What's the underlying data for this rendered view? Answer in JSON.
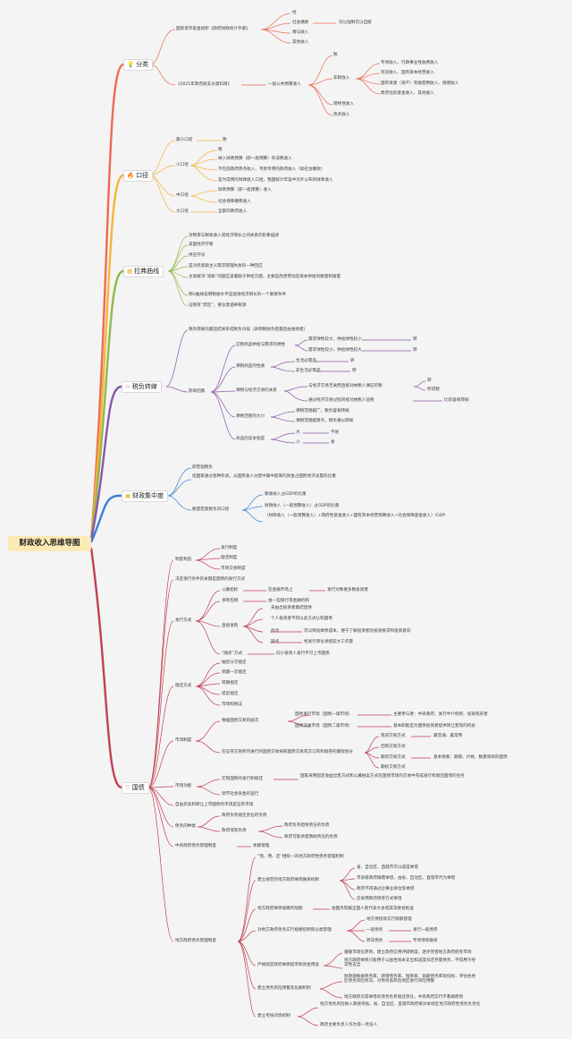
{
  "root": "财政收入思维导图",
  "colors": {
    "cat1": "#ee6a52",
    "cat2": "#f6b43b",
    "cat3": "#93b84a",
    "cat4": "#8a57a8",
    "cat5": "#3a7fd5",
    "cat6": "#c23f53"
  },
  "cat1": {
    "title": "分类",
    "icon": "lightbulb-icon",
    "a": "国际货币基金组织《政府财政统计手册》",
    "a1": "经",
    "a2": "社会缴款",
    "a2n": "可以强制可以自愿",
    "a3": "赠与收入",
    "a4": "其他收入",
    "b": "《2021年政府收支分类科目》",
    "b1": "一般公共预算收入",
    "b1a": "税",
    "b1b": "非税收入",
    "n1": "专项收入、行政事业性收费收入",
    "n2": "罚没收入、国有资本经营收入",
    "n3": "国有资源（资产）有偿使用收入、捐赠收入",
    "n4": "政府住房基金收入、其他收入",
    "b1c": "转移性收入",
    "b1d": "债务收入"
  },
  "cat2": {
    "title": "口径",
    "icon": "fire-icon",
    "a": "最小口径",
    "a1": "税",
    "b": "小口径",
    "b1": "税",
    "b2": "纳入财政预算（即一般预算）的非税收入",
    "b3": "不包括政府债务收入、专款专用的政府收入（如社会缴款）",
    "b4": "是为常用的财政收入口径，我国统计年鉴中对外公布的财政收入",
    "c": "中口径",
    "c1": "财政预算（即一般预算）收入",
    "c2": "社会保障缴费收入",
    "d": "大口径",
    "d1": "全部的政府收入"
  },
  "cat3": {
    "title": "拉弗曲线",
    "icon": "grid-icon",
    "items": [
      "对税率与税收收入或经济增长之间关系的形象描述",
      "美国经济学家",
      "供应学派",
      "是对凯恩斯主义需求管理失败的一种回应",
      "主张解决“滞胀”问题应该着眼于供给方面，主要是改善劳动及资本供给的数量和质量",
      "倒U曲线说明税收水平是促进经济增长的一个重要条件",
      "征税有“禁区”，要注意涵养税源"
    ]
  },
  "cat4": {
    "title": "税负转嫁",
    "icon": "star-icon",
    "a": "税负转嫁的最后结果形成税负归宿（表明税收负担最后由谁承担）",
    "b": "影响因素",
    "b1": "应税商品供给与需求的弹性",
    "e1": "需求弹性较大，供给弹性较小",
    "e1v": "转",
    "e2": "需求弹性较小，供给弹性较大",
    "e2v": "转",
    "b2": "课税商品的性质",
    "f1": "生活必需品",
    "f1v": "转",
    "f2": "非生活必需品",
    "f2v": "转",
    "b3": "课税与经济交易的关系",
    "g1": "与经济交易无关而直接对纳税人课征的税",
    "g1v": "转",
    "g1w": "所得税",
    "g2": "通过经济交易过程间接对纳税人征税",
    "g2v": "比较容易转嫁",
    "b4": "课税范围的大小",
    "h1": "课税范围越广，税负容易转嫁",
    "h2": "课税范围越狭窄，税负难以转嫁",
    "b5": "商品的竞争程度",
    "i1": "大",
    "i1v": "不易",
    "i2": "小",
    "i2v": "易"
  },
  "cat5": {
    "title": "财政集中度",
    "icon": "wallet-icon",
    "a": "即宏观税负",
    "b": "指国家通过各种形式，从国民收入分配中集中起来的资金占国民经济总量的比重",
    "c": "衡量宏观税负的口径",
    "c1": "税收收入占GDP的比重",
    "c2": "财政收入（一般预算收入）占GDP的比重",
    "c3": "（财政收入（一般预算收入）+政府性基金收入+国有资本经营预算收入+社会保障基金收入）/GDP"
  },
  "cat6": {
    "title": "国债",
    "icon": "heart-icon",
    "s1": "制度构造",
    "s1a": "发行制度",
    "s1b": "偿还制度",
    "s1c": "市场交易制度",
    "s2": "决定发行条件的关键是国债的发行方式",
    "s3": "发行方式",
    "p1": "公募招标",
    "p1a": "在金融市场上",
    "p1b": "发行对象要多数投资者",
    "p2": "承购包销",
    "p2a": "由一些银行或金融机构",
    "p3": "直接发售",
    "p3a": "未由出投资者集结团体",
    "p3b": "个人投资者不得以此方式认购国债",
    "p3c": "优点",
    "p3cv": "可以降低举债成本，便于了解投资者的投资要求和投资意向",
    "p3d": "缺点",
    "p3dv": "经发行单位承担较大工作量",
    "p4": "“随买”方式",
    "p4a": "向小投资人发行不可上市国债",
    "s4": "偿还方式",
    "q1": "抽签分次偿还",
    "q2": "到期一次偿还",
    "q3": "转期偿还",
    "q4": "提前偿还",
    "q5": "市场购销法",
    "s5": "市场制度",
    "r1": "根据国债交易的层次",
    "r1a": "国债发行市场（国债一级市场）",
    "r1av": "主要参与者：中央政府、发行中介机构、投资购买者",
    "r1b": "国债流通市场（国债二级市场）",
    "r1bv": "基本职能是为国债投资者提供转让变现的机会",
    "r2": "在证券交易所内进行的国债交易按照国债交易或交订的和偿券的期限划分",
    "r2a": "现货交易方式",
    "r2av": "最普通、最常用",
    "r2b": "回购交易方式",
    "r2c": "期货交易方式",
    "r2cv": "基本要素：期限、价格、数量和标的国债",
    "r2d": "期权交易方式",
    "s6": "市场功能",
    "t1": "实现国债的发行和偿还",
    "t1v": "国家采用固定收益出售方式和公募拍卖方式在国债市场的交易中完成发行和偿还国债的任务",
    "t2": "调节社会资金的运行",
    "s7": "自由买卖和转让上市国债的市场是证券市场",
    "s8": "债务的种类",
    "u1": "政府负有偿还责任的负债",
    "u2": "政府或有负债",
    "u2a": "政府负有担保责任的负债",
    "u2b": "政府可能承担救助责任的负债",
    "s9": "中央政府债务管理制度",
    "s9a": "余额管理",
    "s10": "地方政府债务管理制度",
    "v1": "“借、用、还”相统一的地方政府性债务管理机制",
    "v2": "建立规范的地方政府举债融资机制",
    "v2a": "省、自治区、直辖市可以适度举借",
    "v2b": "市县级政府确需举借，由省、自治区、直辖市代为举借",
    "v2c": "政府不得通过企事业单位等举借",
    "v2d": "应采用政府债券方式举借",
    "v3": "地方政府举债规模的限额",
    "v3a": "由国务院报全国人民代表大会或其常委会批准",
    "v4": "对地方政府债务实行规模控制和分类管理",
    "v4a": "地方债指限实行限额管理",
    "v4b": "一般债务",
    "v4bv": "发行一般债券",
    "v4c": "转向债务",
    "v4cv": "专项债券融资",
    "v5": "严格限定政府举债程序和资金用途",
    "v5a": "遵循市场化原则，建立政府信用评级制度，逐步完善地方政府债券市场",
    "v5b": "地方政府举债只能用于公益性资本支出和适度归还存量债务，不得用于经常性支出",
    "v6": "建立债务风险预警及化解机制",
    "v6a": "财政部根据债务率、新增债务率、偿债率、逾期债务率等指标，评估各地区债务风险状况，对债务高风险地区进行风险预警",
    "v6b": "地方政府对其举借的债务负有偿还责任，中央政府实行不救助原则",
    "v7": "建立考核问责机制",
    "v7a": "地方债务风险纳入政绩考核。省、自治区、直辖市政府要对本地区地方政府性债务负责任",
    "v7b": "政府主要负责人作为第一责任人"
  }
}
